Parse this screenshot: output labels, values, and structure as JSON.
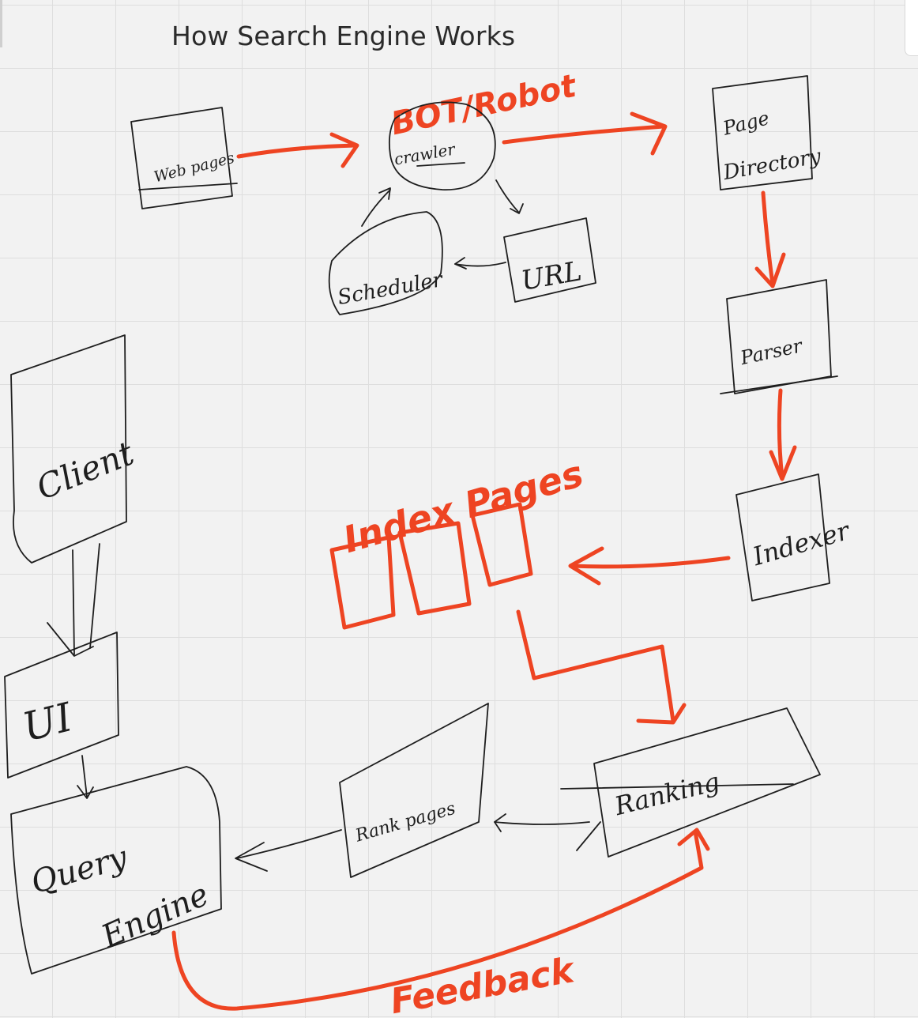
{
  "title": "How Search Engine Works",
  "nodes": {
    "web_pages": "Web pages",
    "crawler": "crawler",
    "bot_label": "BOT/Robot",
    "scheduler": "Scheduler",
    "url": "URL",
    "page_directory_line1": "Page",
    "page_directory_line2": "Directory",
    "parser": "Parser",
    "indexer": "Indexer",
    "index_pages": "Index Pages",
    "client": "Client",
    "ui": "UI",
    "query_engine_line1": "Query",
    "query_engine_line2": "Engine",
    "rank_pages": "Rank pages",
    "ranking": "Ranking",
    "feedback": "Feedback"
  },
  "colors": {
    "ink": "#1e1e1e",
    "accent": "#ee4422",
    "background": "#f2f2f2",
    "grid": "#dedede"
  }
}
